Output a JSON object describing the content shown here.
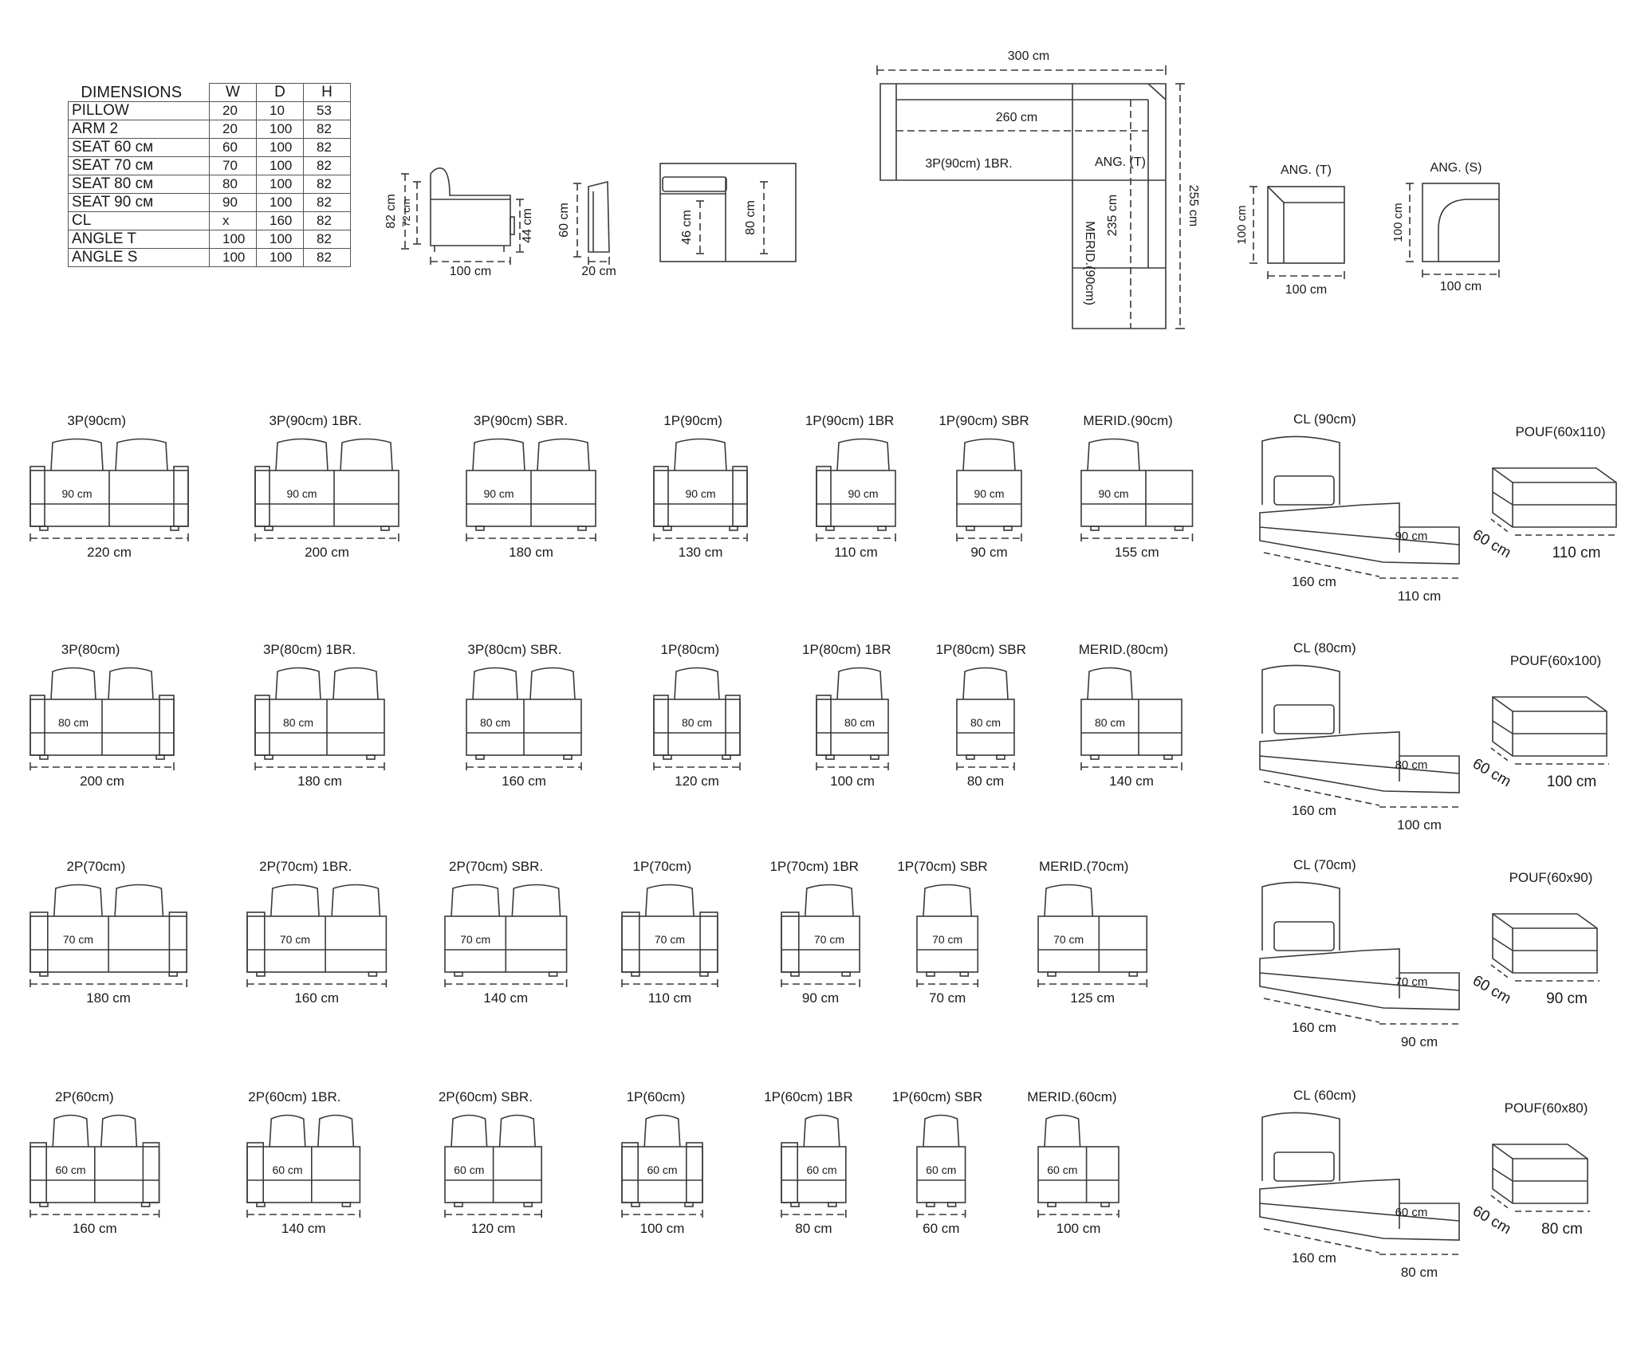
{
  "dimensions_table": {
    "title": "DIMENSIONS",
    "columns": [
      "W",
      "D",
      "H"
    ],
    "rows": [
      {
        "label": "PILLOW",
        "w": "20",
        "d": "10",
        "h": "53"
      },
      {
        "label": "ARM 2",
        "w": "20",
        "d": "100",
        "h": "82"
      },
      {
        "label": "SEAT 60 см",
        "w": "60",
        "d": "100",
        "h": "82"
      },
      {
        "label": "SEAT 70 см",
        "w": "70",
        "d": "100",
        "h": "82"
      },
      {
        "label": "SEAT 80 см",
        "w": "80",
        "d": "100",
        "h": "82"
      },
      {
        "label": "SEAT 90 см",
        "w": "90",
        "d": "100",
        "h": "82"
      },
      {
        "label": "CL",
        "w": "x",
        "d": "160",
        "h": "82"
      },
      {
        "label": "ANGLE  T",
        "w": "100",
        "d": "100",
        "h": "82"
      },
      {
        "label": "ANGLE  S",
        "w": "100",
        "d": "100",
        "h": "82"
      }
    ]
  },
  "side_view": {
    "height_total": "82 cm",
    "height_back": "72 cm",
    "height_seat": "44 cm",
    "depth": "100 cm"
  },
  "arm_view": {
    "height": "60 cm",
    "width": "20 cm"
  },
  "section_view": {
    "seat_depth": "46 cm",
    "height": "80 cm"
  },
  "corner_plan": {
    "total_width": "300 cm",
    "inner_width": "260 cm",
    "total_depth": "255 cm",
    "inner_depth": "235 cm",
    "module_sofa": "3P(90cm) 1BR.",
    "module_angle": "ANG. (T)",
    "module_merid": "MERID.(90cm)"
  },
  "angle_modules": [
    {
      "title": "ANG. (T)",
      "side": "100 cm",
      "bottom": "100 cm"
    },
    {
      "title": "ANG. (S)",
      "side": "100 cm",
      "bottom": "100 cm"
    }
  ],
  "rows": [
    {
      "seat": "90 cm",
      "items": [
        {
          "name": "3P(90cm)",
          "width": "220 cm"
        },
        {
          "name": "3P(90cm) 1BR.",
          "width": "200 cm"
        },
        {
          "name": "3P(90cm) SBR.",
          "width": "180 cm"
        },
        {
          "name": "1P(90cm)",
          "width": "130 cm"
        },
        {
          "name": "1P(90cm) 1BR",
          "width": "110 cm"
        },
        {
          "name": "1P(90cm) SBR",
          "width": "90 cm"
        },
        {
          "name": "MERID.(90cm)",
          "width": "155 cm"
        }
      ],
      "chaise": {
        "name": "CL (90cm)",
        "depth": "160 cm",
        "width": "110 cm"
      },
      "pouf": {
        "name": "POUF(60x110)",
        "depth": "60 cm",
        "width": "110 cm"
      }
    },
    {
      "seat": "80 cm",
      "items": [
        {
          "name": "3P(80cm)",
          "width": "200 cm"
        },
        {
          "name": "3P(80cm) 1BR.",
          "width": "180 cm"
        },
        {
          "name": "3P(80cm) SBR.",
          "width": "160 cm"
        },
        {
          "name": "1P(80cm)",
          "width": "120 cm"
        },
        {
          "name": "1P(80cm) 1BR",
          "width": "100 cm"
        },
        {
          "name": "1P(80cm) SBR",
          "width": "80 cm"
        },
        {
          "name": "MERID.(80cm)",
          "width": "140 cm"
        }
      ],
      "chaise": {
        "name": "CL (80cm)",
        "depth": "160 cm",
        "width": "100 cm"
      },
      "pouf": {
        "name": "POUF(60x100)",
        "depth": "60 cm",
        "width": "100 cm"
      }
    },
    {
      "seat": "70 cm",
      "items": [
        {
          "name": "2P(70cm)",
          "width": "180 cm"
        },
        {
          "name": "2P(70cm) 1BR.",
          "width": "160 cm"
        },
        {
          "name": "2P(70cm) SBR.",
          "width": "140 cm"
        },
        {
          "name": "1P(70cm)",
          "width": "110 cm"
        },
        {
          "name": "1P(70cm) 1BR",
          "width": "90 cm"
        },
        {
          "name": "1P(70cm) SBR",
          "width": "70 cm"
        },
        {
          "name": "MERID.(70cm)",
          "width": "125 cm"
        }
      ],
      "chaise": {
        "name": "CL (70cm)",
        "depth": "160 cm",
        "width": "90 cm"
      },
      "pouf": {
        "name": "POUF(60x90)",
        "depth": "60 cm",
        "width": "90 cm"
      }
    },
    {
      "seat": "60 cm",
      "items": [
        {
          "name": "2P(60cm)",
          "width": "160 cm"
        },
        {
          "name": "2P(60cm) 1BR.",
          "width": "140 cm"
        },
        {
          "name": "2P(60cm) SBR.",
          "width": "120 cm"
        },
        {
          "name": "1P(60cm)",
          "width": "100 cm"
        },
        {
          "name": "1P(60cm) 1BR",
          "width": "80 cm"
        },
        {
          "name": "1P(60cm) SBR",
          "width": "60 cm"
        },
        {
          "name": "MERID.(60cm)",
          "width": "100 cm"
        }
      ],
      "chaise": {
        "name": "CL (60cm)",
        "depth": "160 cm",
        "width": "80 cm"
      },
      "pouf": {
        "name": "POUF(60x80)",
        "depth": "60 cm",
        "width": "80 cm"
      }
    }
  ]
}
